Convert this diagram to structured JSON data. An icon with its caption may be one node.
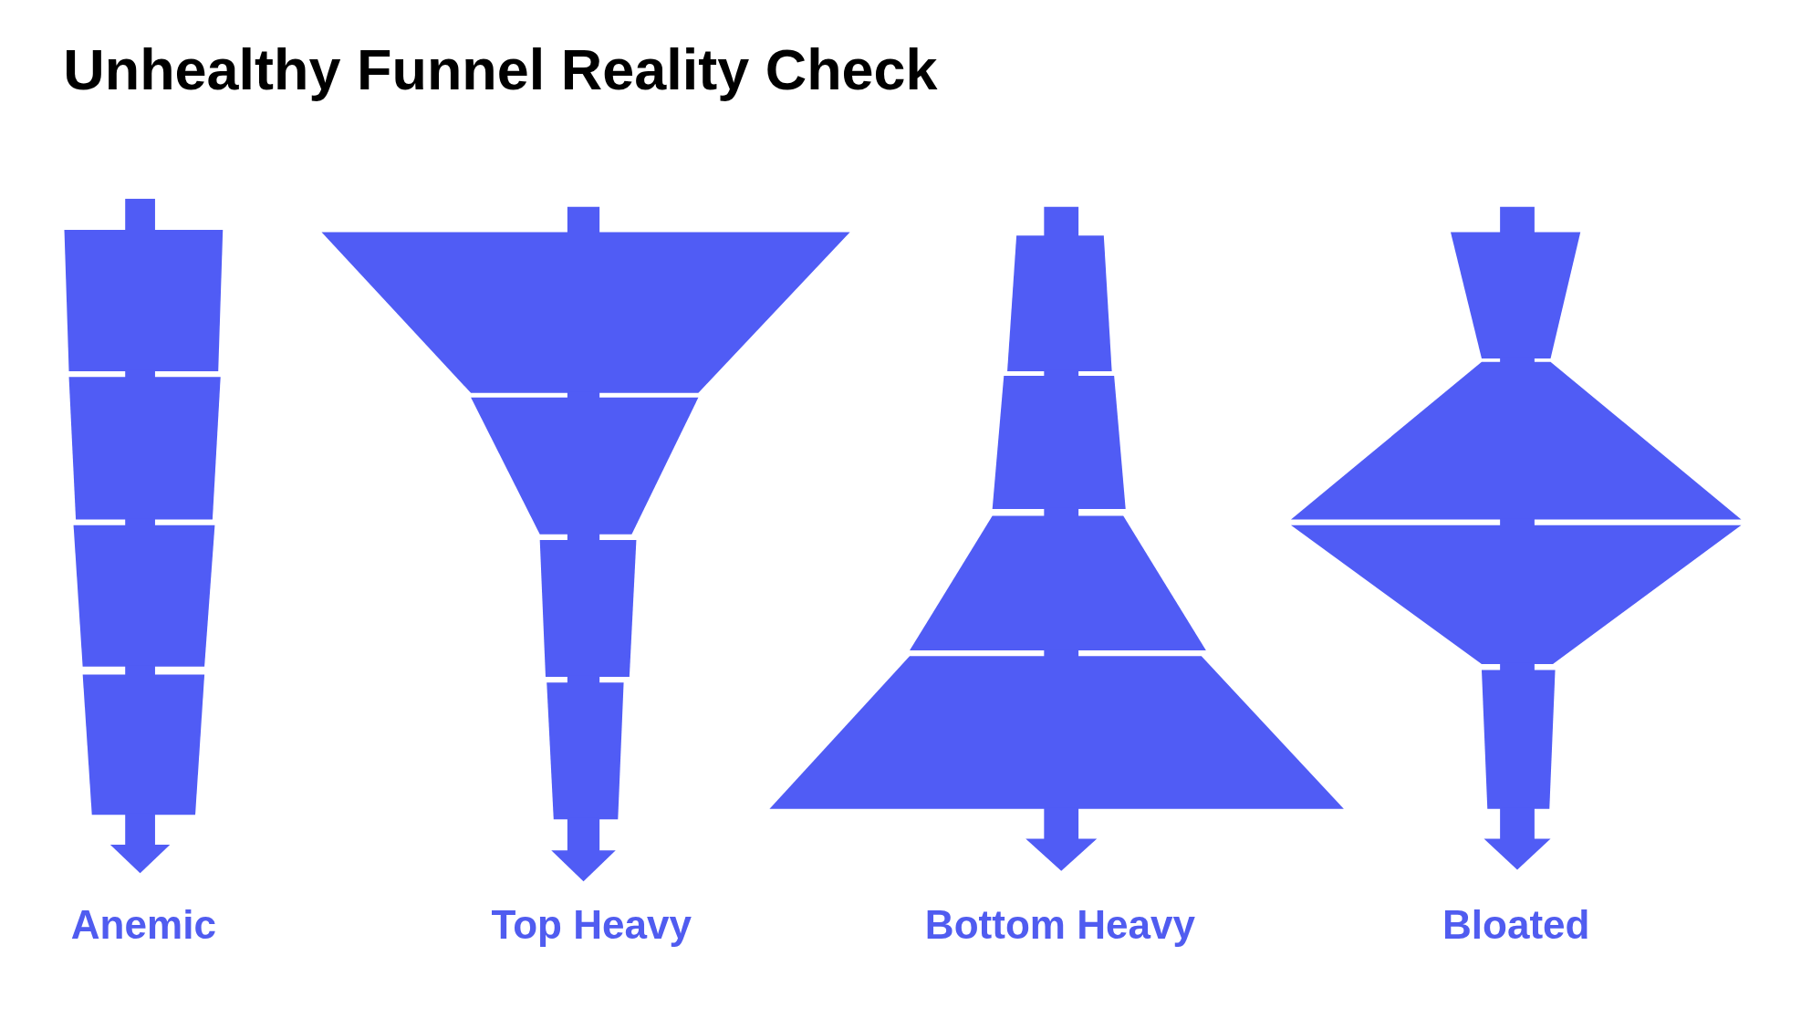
{
  "diagram": {
    "title": "Unhealthy Funnel Reality Check",
    "labels": [
      "Anemic",
      "Top Heavy",
      "Bottom Heavy",
      "Bloated"
    ]
  }
}
